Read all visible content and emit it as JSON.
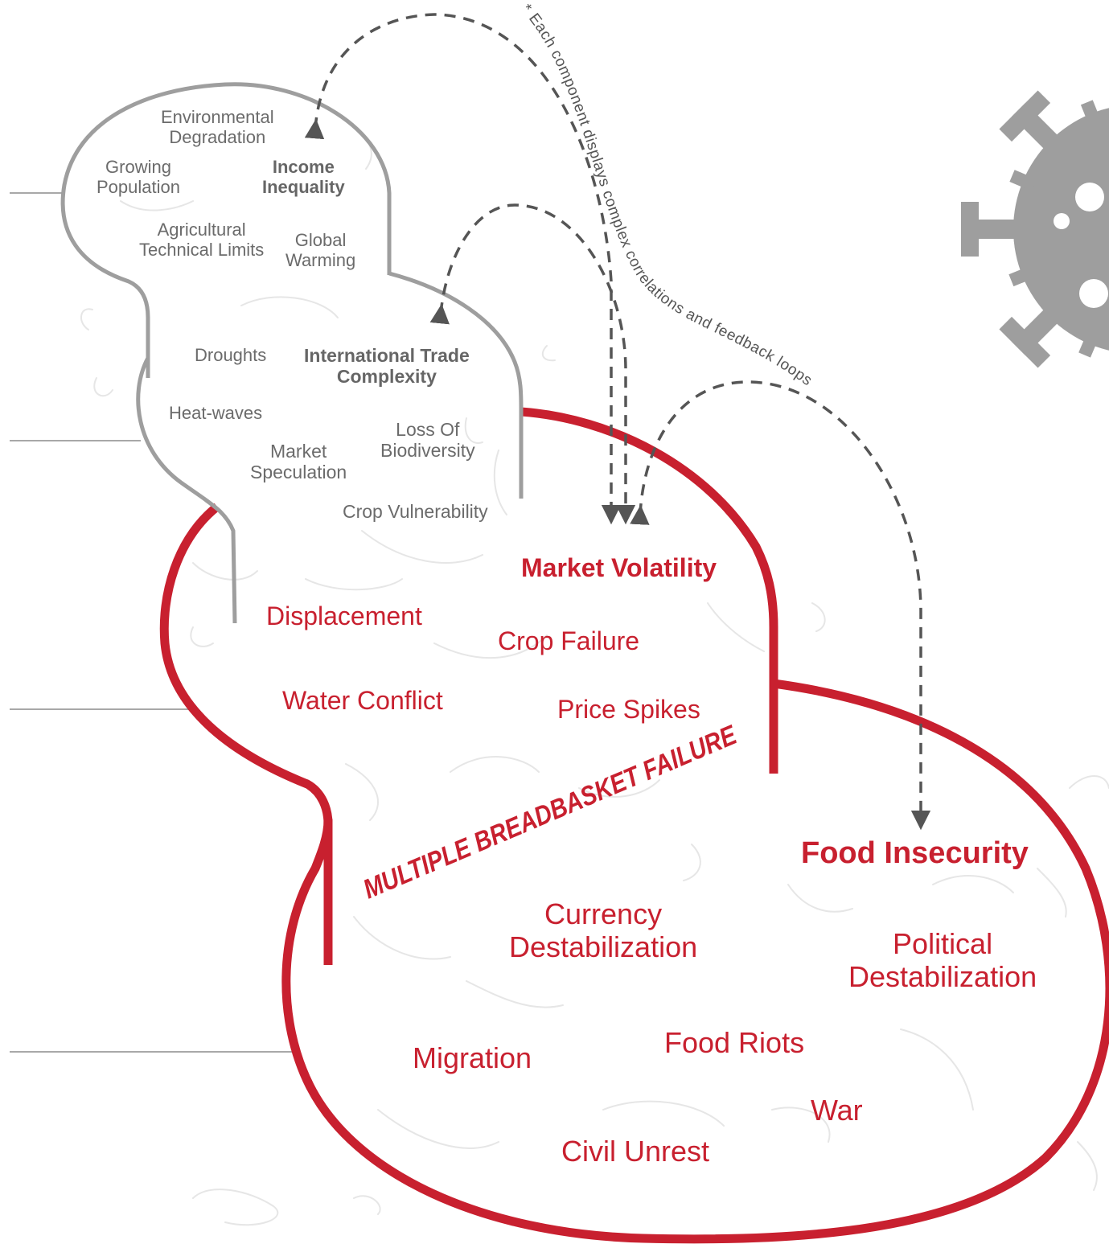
{
  "colors": {
    "gray": "#9e9e9e",
    "red": "#c8202f",
    "dashed": "#555555",
    "doodle": "#e4e4e4"
  },
  "layer1": {
    "environmental_degradation": [
      "Environmental",
      "Degradation"
    ],
    "growing_population": [
      "Growing",
      "Population"
    ],
    "income_inequality": [
      "Income",
      "Inequality"
    ],
    "agricultural_limits": [
      "Agricultural",
      "Technical Limits"
    ],
    "global_warming": [
      "Global",
      "Warming"
    ]
  },
  "layer2": {
    "droughts": "Droughts",
    "international_trade": [
      "International Trade",
      "Complexity"
    ],
    "heat_waves": "Heat-waves",
    "loss_of_biodiversity": [
      "Loss Of",
      "Biodiversity"
    ],
    "market_speculation": [
      "Market",
      "Speculation"
    ],
    "crop_vulnerability": "Crop Vulnerability"
  },
  "layer3": {
    "market_volatility": "Market Volatility",
    "displacement": "Displacement",
    "crop_failure": "Crop Failure",
    "water_conflict": "Water Conflict",
    "price_spikes": "Price Spikes",
    "banner": "MULTIPLE BREADBASKET FAILURE"
  },
  "layer4": {
    "food_insecurity": "Food Insecurity",
    "currency_destabilization": [
      "Currency",
      "Destabilization"
    ],
    "political_destabilization": [
      "Political",
      "Destabilization"
    ],
    "migration": "Migration",
    "food_riots": "Food Riots",
    "war": "War",
    "civil_unrest": "Civil Unrest"
  },
  "footnote": "* Each component displays complex correlations and feedback loops",
  "icons": {
    "virus": "virus-icon"
  }
}
